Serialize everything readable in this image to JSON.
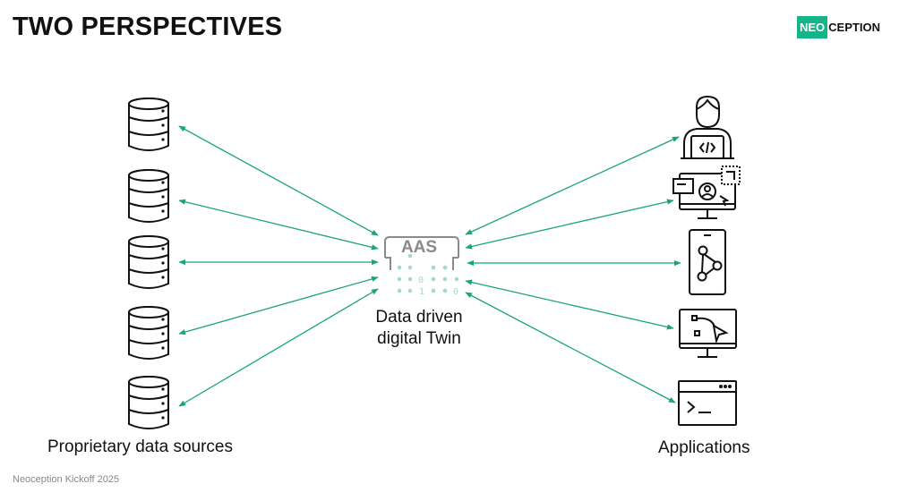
{
  "slide": {
    "title": "TWO PERSPECTIVES",
    "footer": "Neoception Kickoff 2025"
  },
  "logo": {
    "highlight": "NEO",
    "rest": "CEPTION",
    "brand_color": "#14b489"
  },
  "center": {
    "badge": "AAS",
    "label_line1": "Data driven",
    "label_line2": "digital Twin"
  },
  "left_group": {
    "label": "Proprietary data sources",
    "icons": [
      "database-icon",
      "database-icon",
      "database-icon",
      "database-icon",
      "database-icon"
    ]
  },
  "right_group": {
    "label": "Applications",
    "icons": [
      "developer-icon",
      "monitor-user-icon",
      "mobile-network-icon",
      "monitor-vector-icon",
      "terminal-icon"
    ]
  },
  "colors": {
    "arrow": "#1aa37f",
    "icon_stroke": "#111111",
    "aas_dots": "#a8d8c8"
  }
}
